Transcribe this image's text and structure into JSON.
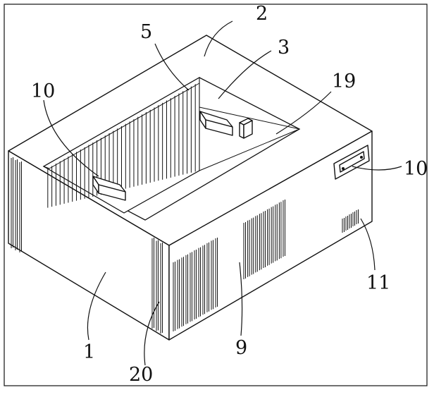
{
  "labels": {
    "l1": "1",
    "l2": "2",
    "l3": "3",
    "l5": "5",
    "l9": "9",
    "l10a": "10",
    "l10b": "10",
    "l11": "11",
    "l19": "19",
    "l20": "20"
  }
}
